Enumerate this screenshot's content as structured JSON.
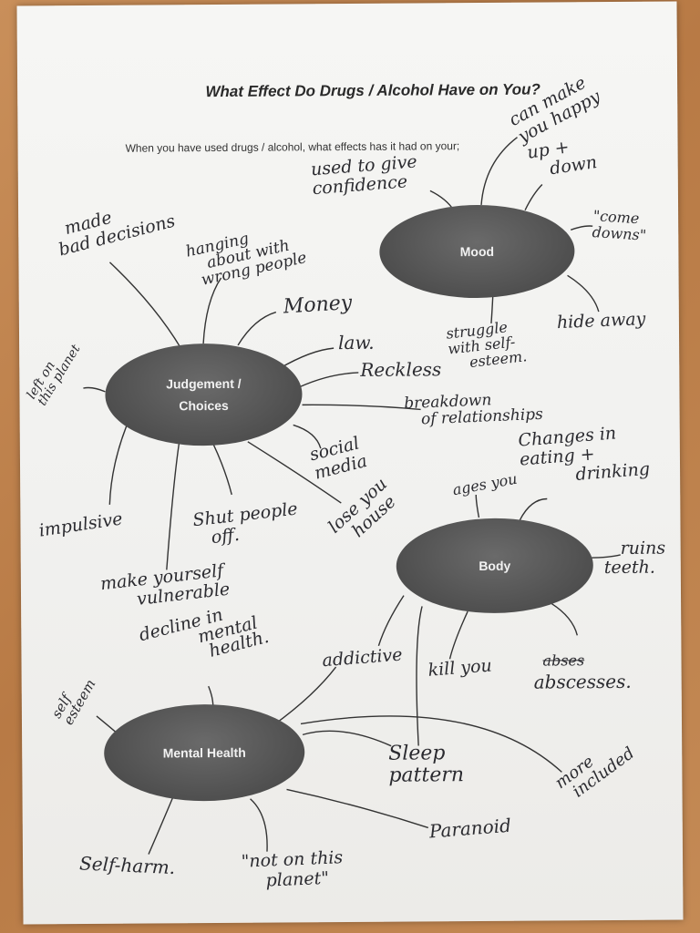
{
  "title": "What Effect Do Drugs / Alcohol Have on You?",
  "subtitle": "When you have used drugs / alcohol, what effects has it had on your;",
  "nodes": {
    "mood": "Mood",
    "judgement_line1": "Judgement /",
    "judgement_line2": "Choices",
    "body": "Body",
    "mental_health": "Mental Health"
  },
  "mood_notes": {
    "used_to_give_line1": "used to give",
    "used_to_give_line2": "confidence",
    "can_make_line1": "can make",
    "can_make_line2": "you happy",
    "up_down_line1": "up +",
    "up_down_line2": "down",
    "come_downs_line1": "\"come",
    "come_downs_line2": "downs\"",
    "hide_away": "hide away",
    "struggle_line1": "struggle",
    "struggle_line2": "with self-",
    "struggle_line3": "esteem."
  },
  "judgement_notes": {
    "made_bad_line1": "made",
    "made_bad_line2": "bad decisions",
    "hanging_line1": "hanging",
    "hanging_line2": "about with",
    "hanging_line3": "wrong people",
    "money": "Money",
    "law": "law.",
    "reckless": "Reckless",
    "breakdown_line1": "breakdown",
    "breakdown_line2": "of relationships",
    "social_media_line1": "social",
    "social_media_line2": "media",
    "lose_house_line1": "lose you",
    "lose_house_line2": "house",
    "shut_people_line1": "Shut people",
    "shut_people_line2": "off.",
    "impulsive": "impulsive",
    "vulnerable_line1": "make yourself",
    "vulnerable_line2": "vulnerable",
    "left_side_line1": "left on",
    "left_side_line2": "this planet"
  },
  "body_notes": {
    "ages_you_line1": "ages",
    "ages_you_line2": "you",
    "changes_line1": "Changes in",
    "changes_line2": "eating +",
    "changes_line3": "drinking",
    "ruins_teeth_line1": "ruins",
    "ruins_teeth_line2": "teeth.",
    "addictive": "addictive",
    "kill_you": "kill you",
    "abscesses_struck": "abses",
    "abscesses": "abscesses."
  },
  "mental_notes": {
    "self_esteem_line1": "self",
    "self_esteem_line2": "esteem",
    "decline_line1": "decline in",
    "decline_line2": "mental",
    "decline_line3": "health.",
    "sleep_line1": "Sleep",
    "sleep_line2": "pattern",
    "more_included_line1": "more",
    "more_included_line2": "included",
    "paranoid": "Paranoid",
    "self_harm": "Self-harm.",
    "not_planet_line1": "\"not on this",
    "not_planet_line2": "planet\""
  }
}
